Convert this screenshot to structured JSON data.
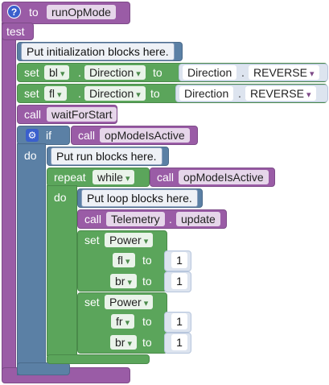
{
  "header": {
    "help_icon": "?",
    "to_label": "to",
    "func_name": "runOpMode"
  },
  "test_label": "test",
  "init_comment": "Put initialization blocks here.",
  "set_bl": {
    "set": "set",
    "var": "bl",
    "dot": ".",
    "prop": "Direction",
    "to": "to",
    "enum_type": "Direction",
    "enum_dot": ".",
    "enum_val": "REVERSE"
  },
  "set_fl": {
    "set": "set",
    "var": "fl",
    "dot": ".",
    "prop": "Direction",
    "to": "to",
    "enum_type": "Direction",
    "enum_dot": ".",
    "enum_val": "REVERSE"
  },
  "call_wait": {
    "call": "call",
    "name": "waitForStart"
  },
  "if_block": {
    "if": "if",
    "call": "call",
    "name": "opModeIsActive",
    "do": "do"
  },
  "run_comment": "Put run blocks here.",
  "repeat_block": {
    "repeat": "repeat",
    "mode": "while",
    "call": "call",
    "name": "opModeIsActive",
    "do": "do"
  },
  "loop_comment": "Put loop blocks here.",
  "telemetry": {
    "call": "call",
    "obj": "Telemetry",
    "dot": ".",
    "method": "update"
  },
  "set_power_1": {
    "set": "set",
    "var": "Power",
    "row1_motor": "fl",
    "row1_to": "to",
    "row1_val": "1",
    "row2_motor": "br",
    "row2_to": "to",
    "row2_val": "1"
  },
  "set_power_2": {
    "set": "set",
    "var": "Power",
    "row1_motor": "fr",
    "row1_to": "to",
    "row1_val": "1",
    "row2_motor": "br",
    "row2_to": "to",
    "row2_val": "1"
  },
  "colors": {
    "procedure": "#9a5ca6",
    "variable": "#5ba55b",
    "logic": "#5b80a5",
    "enum": "#b7c6dd"
  }
}
